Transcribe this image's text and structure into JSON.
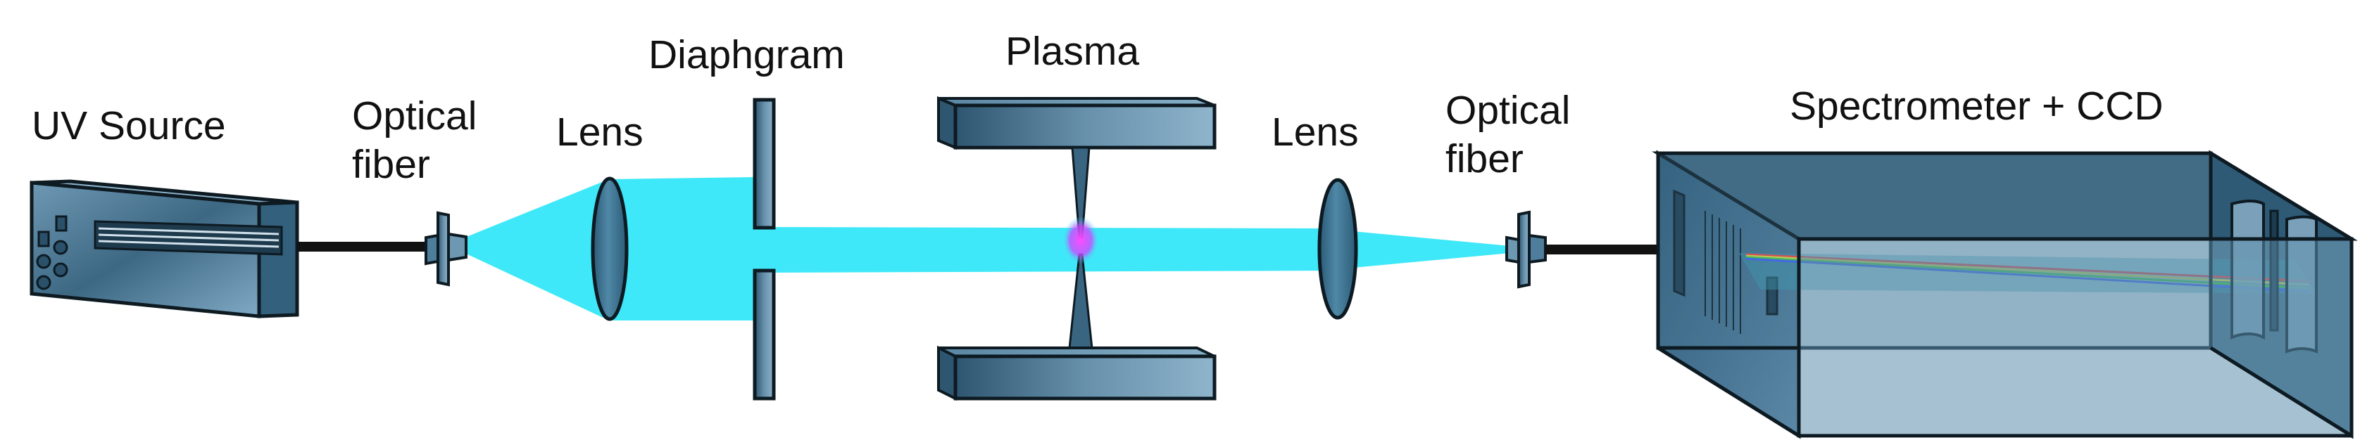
{
  "labels": {
    "uv_source": "UV Source",
    "fiber_in_line1": "Optical",
    "fiber_in_line2": "fiber",
    "lens_left": "Lens",
    "diaphragm": "Diaphgram",
    "plasma": "Plasma",
    "lens_right": "Lens",
    "fiber_out_line1": "Optical",
    "fiber_out_line2": "fiber",
    "spectrometer": "Spectrometer + CCD"
  },
  "colors": {
    "beam": "#3ee8f8",
    "component_dark": "#2f5670",
    "component_light": "#7fa9c4",
    "outline": "#0d1a22",
    "plasma_glow": "#e84cff",
    "cable": "#111111"
  }
}
